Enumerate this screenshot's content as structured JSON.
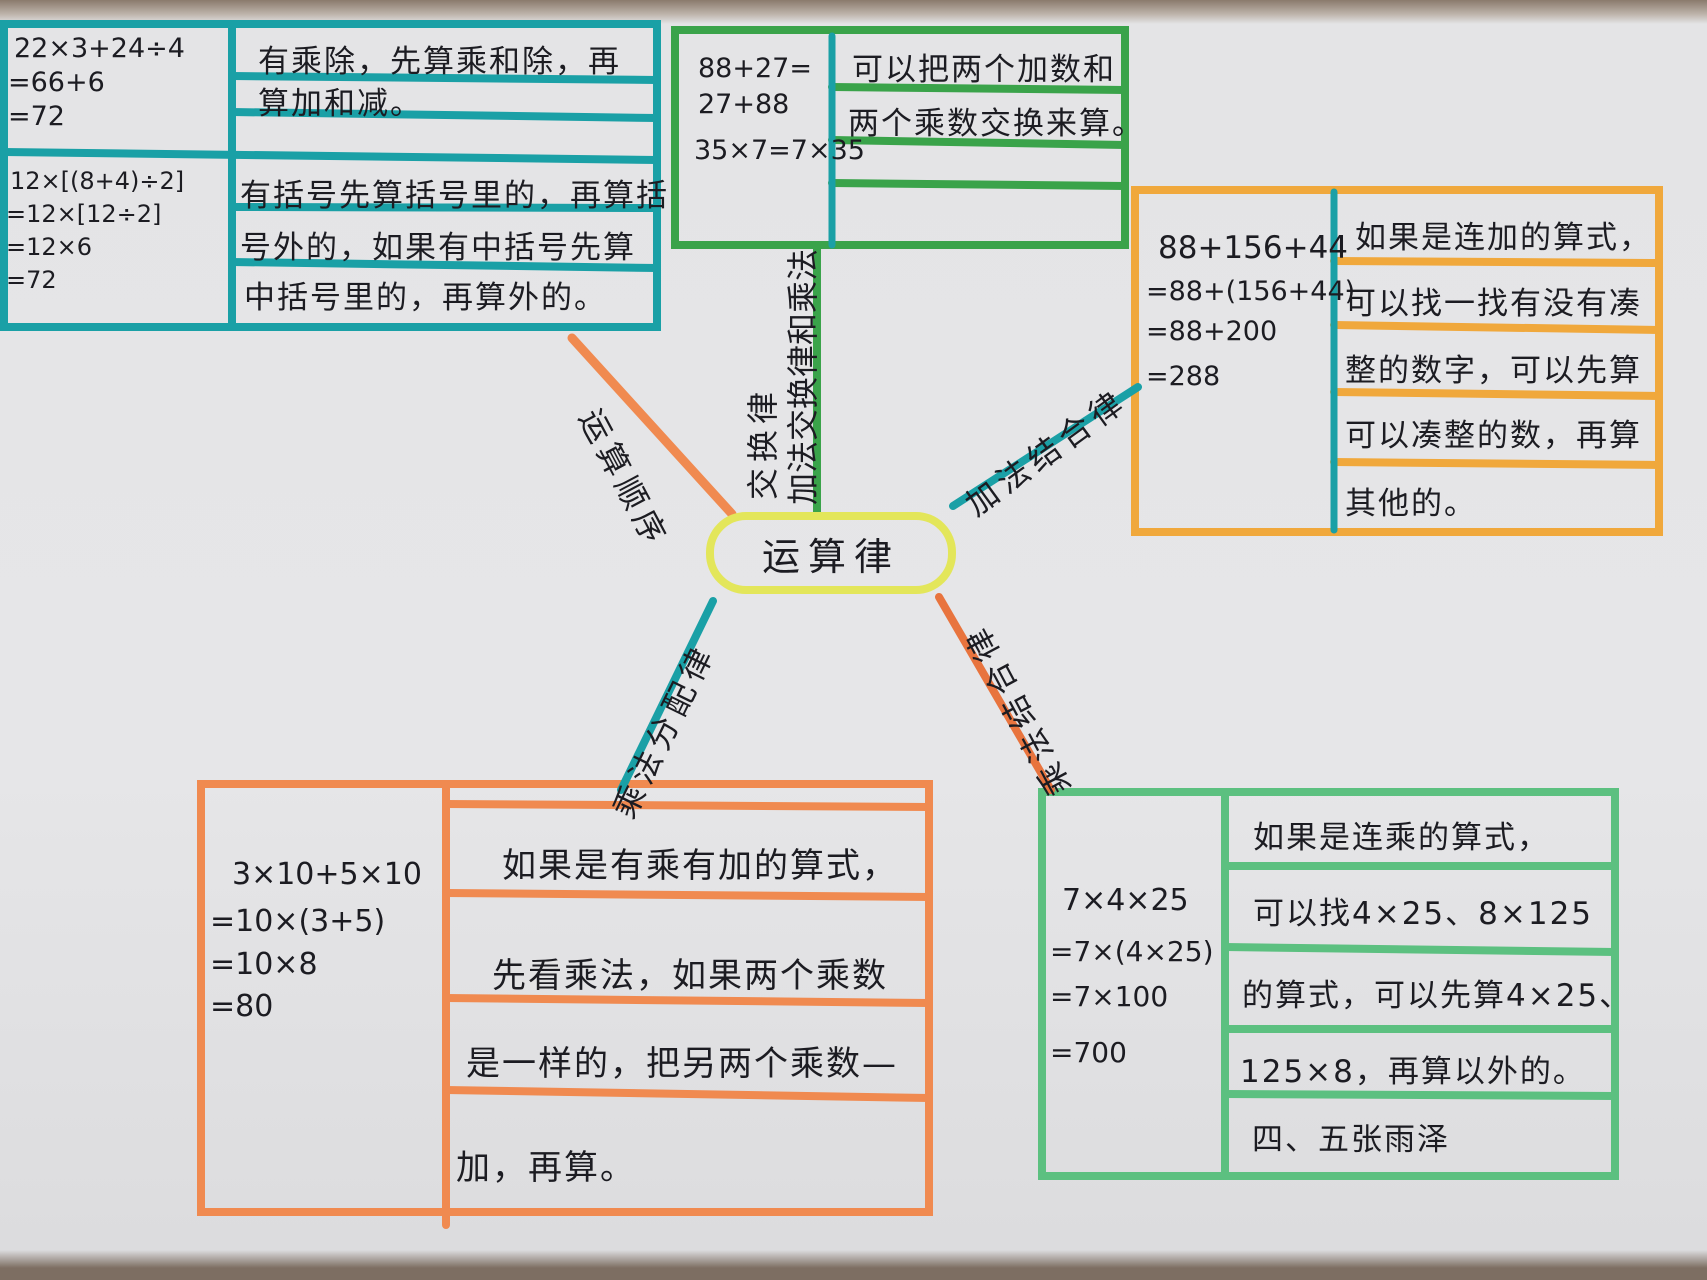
{
  "center": {
    "title": "运算律"
  },
  "colors": {
    "teal": "#1aa0a6",
    "green": "#3aa34a",
    "orange": "#f08a50",
    "amber": "#f0a83c",
    "mint": "#5cc080",
    "yellow": "#e3e65a"
  },
  "branches": {
    "order": {
      "label": "运算顺序",
      "examples": [
        "22×3+24÷4",
        "=66+6",
        "=72",
        "12×[(8+4)÷2]",
        "=12×[12÷2]",
        "=12×6",
        "=72"
      ],
      "notes": [
        "有乘除，先算乘和除，再",
        "算加和减。",
        "有括号先算括号里的，再算括",
        "号外的，如果有中括号先算",
        "中括号里的，再算外的。"
      ]
    },
    "commutative": {
      "label_1": "交换律",
      "label_2": "加法交换律和乘法",
      "examples": [
        "88+27=",
        "27+88",
        "35×7=7×35"
      ],
      "notes": [
        "可以把两个加数和",
        "两个乘数交换来算。"
      ]
    },
    "add_assoc": {
      "label": "加法结合律",
      "examples": [
        "88+156+44",
        "=88+(156+44)",
        "=88+200",
        "=288"
      ],
      "notes": [
        "如果是连加的算式，",
        "可以找一找有没有凑",
        "整的数字，可以先算",
        "可以凑整的数，再算",
        "其他的。"
      ]
    },
    "distributive": {
      "label": "乘法分配律",
      "examples": [
        "3×10+5×10",
        "=10×(3+5)",
        "=10×8",
        "=80"
      ],
      "notes": [
        "如果是有乘有加的算式，",
        "先看乘法，如果两个乘数",
        "是一样的，把另两个乘数—",
        "加，再算。"
      ]
    },
    "mul_assoc": {
      "label": "乘法结合律",
      "examples": [
        "7×4×25",
        "=7×(4×25)",
        "=7×100",
        "=700"
      ],
      "notes": [
        "如果是连乘的算式，",
        "可以找4×25、8×125",
        "的算式，可以先算4×25、",
        "125×8，再算以外的。",
        "四、五张雨泽"
      ]
    }
  }
}
